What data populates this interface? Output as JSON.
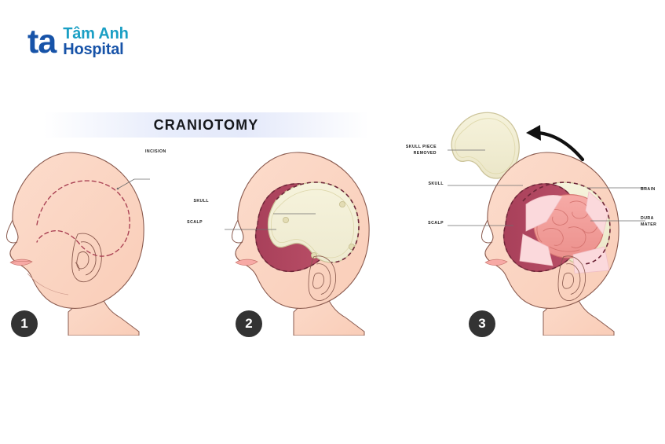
{
  "logo": {
    "mark": "ta",
    "line1": "Tâm Anh",
    "line2": "Hospital",
    "mark_color": "#1753a8",
    "line1_color": "#1a9fc4",
    "line2_color": "#1753a8"
  },
  "title": {
    "text": "CRANIOTOMY",
    "band_color": "#e4e9fa"
  },
  "palette": {
    "skin": "#fbd5c3",
    "skin_shade": "#f8c6b1",
    "outline": "#8a5a4e",
    "incision_dash": "#a83f52",
    "scalp_flap": "#b0465e",
    "scalp_flap_dark": "#9c3b51",
    "bone": "#f2efd4",
    "bone_edge": "#ddd7ab",
    "brain": "#f19a98",
    "brain_line": "#d4736f",
    "dura": "#fbd9dc",
    "badge": "#333333",
    "leader_line": "#6e6e6e"
  },
  "steps": [
    {
      "number": "1",
      "name": "incision",
      "labels": [
        {
          "id": "incision",
          "text": "INCISION"
        }
      ]
    },
    {
      "number": "2",
      "name": "scalp-reflected",
      "labels": [
        {
          "id": "skull",
          "text": "SKULL"
        },
        {
          "id": "scalp",
          "text": "SCALP"
        }
      ]
    },
    {
      "number": "3",
      "name": "bone-flap-removed",
      "labels": [
        {
          "id": "skull-piece-removed",
          "text": "SKULL PIECE\nREMOVED"
        },
        {
          "id": "skull",
          "text": "SKULL"
        },
        {
          "id": "scalp",
          "text": "SCALP"
        },
        {
          "id": "brain",
          "text": "BRAIN"
        },
        {
          "id": "dura-mater",
          "text": "DURA\nMATER"
        }
      ]
    }
  ]
}
